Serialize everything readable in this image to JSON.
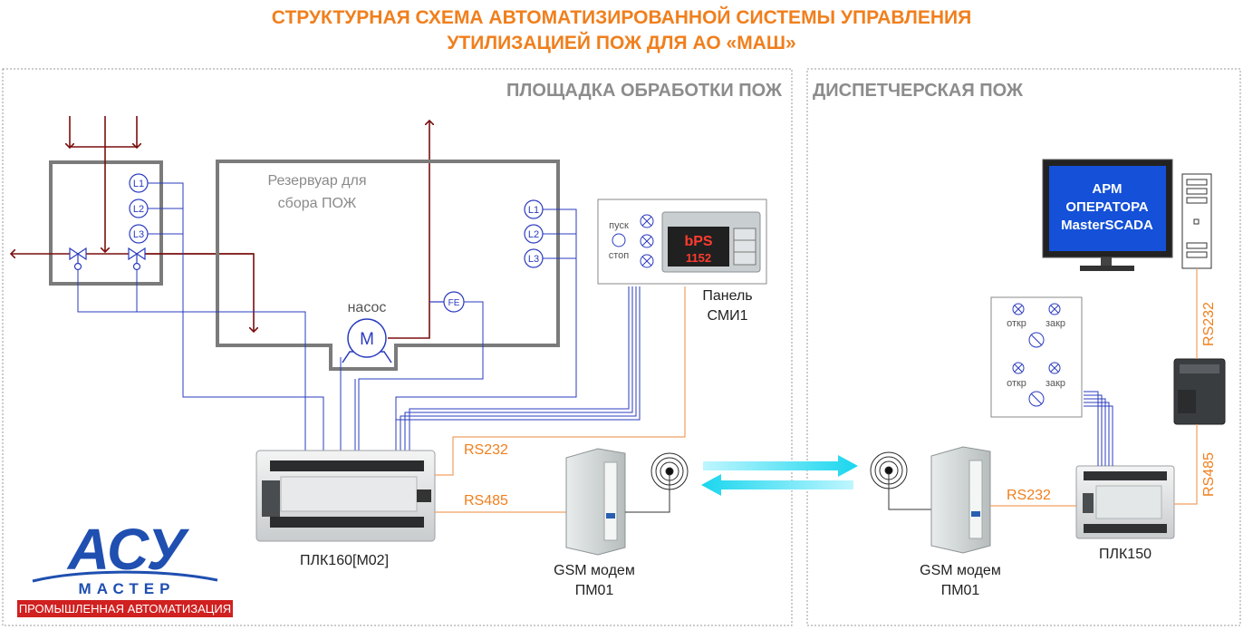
{
  "title": {
    "line1": "СТРУКТУРНАЯ СХЕМА АВТОМАТИЗИРОВАННОЙ СИСТЕМЫ УПРАВЛЕНИЯ",
    "line2": "УТИЛИЗАЦИЕЙ ПОЖ ДЛЯ АО «МАШ»"
  },
  "zones": {
    "left": "ПЛОЩАДКА ОБРАБОТКИ ПОЖ",
    "right": "ДИСПЕТЧЕРСКАЯ ПОЖ"
  },
  "tank": {
    "line1": "Резервуар для",
    "line2": "сбора ПОЖ"
  },
  "pump": {
    "label": "насос",
    "symbol": "M"
  },
  "flow_sensor": "FE",
  "level_sensors": [
    "L1",
    "L2",
    "L3"
  ],
  "panel_smi": {
    "start": "пуск",
    "stop": "стоп",
    "display_top": "bPS",
    "display_bottom": "1152",
    "caption1": "Панель",
    "caption2": "СМИ1"
  },
  "plc160": "ПЛК160[M02]",
  "plc150": "ПЛК150",
  "gsm_left": {
    "line1": "GSM модем",
    "line2": "ПМ01"
  },
  "gsm_right": {
    "line1": "GSM модем",
    "line2": "ПМ01"
  },
  "interfaces": {
    "rs232_left": "RS232",
    "rs485_left": "RS485",
    "rs232_right": "RS232",
    "rs232_vertical": "RS232",
    "rs485_vertical": "RS485"
  },
  "control_box": {
    "open": "откр",
    "close": "закр"
  },
  "workstation": {
    "line1": "АРМ",
    "line2": "ОПЕРАТОРА",
    "line3": "MasterSCADA"
  },
  "logo": {
    "main": "АСУ",
    "sub": "МАСТЕР",
    "tagline": "ПРОМЫШЛЕННАЯ АВТОМАТИЗАЦИЯ"
  },
  "colors": {
    "title": "#f07f1d",
    "wire_signal": "#2a3bbf",
    "wire_process": "#7a0e0e",
    "wire_interface": "#f0a060",
    "radio_arrow": "#28e0f0",
    "screen": "#1450d8",
    "logo_blue": "#1f4fb0",
    "logo_red": "#d02020"
  }
}
